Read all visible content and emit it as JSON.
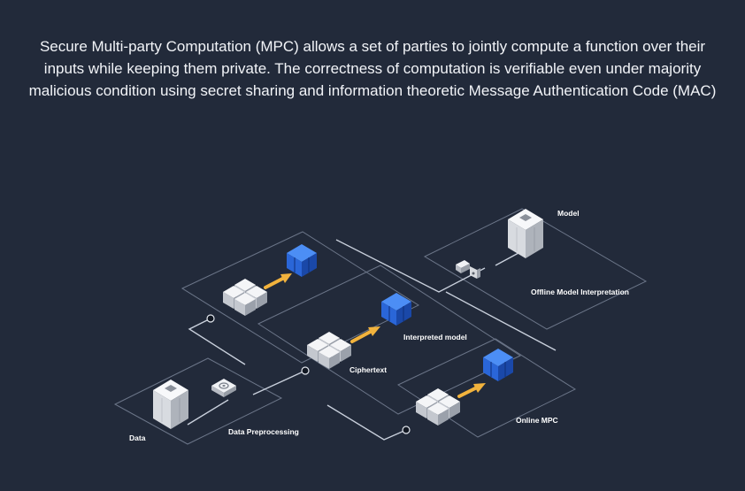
{
  "description": "Secure Multi-party Computation (MPC) allows a set of parties to jointly compute a function over their inputs while keeping them private. The correctness of computation is verifiable even under majority malicious condition using secret sharing and information theoretic Message Authentication Code (MAC)",
  "labels": {
    "model": "Model",
    "offline_model_interpretation": "Offline Model Interpretation",
    "interpreted_model": "Interpreted model",
    "ciphertext": "Ciphertext",
    "online_mpc": "Online MPC",
    "data": "Data",
    "data_preprocessing": "Data Preprocessing"
  },
  "icons": [
    "building-icon",
    "cube-cluster-icon",
    "blue-cube-icon",
    "arrow-icon",
    "gear-box-icon",
    "key-lock-icon"
  ],
  "colors": {
    "background": "#222a3a",
    "text": "#f2f4f8",
    "arrow": "#f2b33d",
    "blue_cube": "#1f5fd6",
    "outline": "#c9d0dc"
  }
}
